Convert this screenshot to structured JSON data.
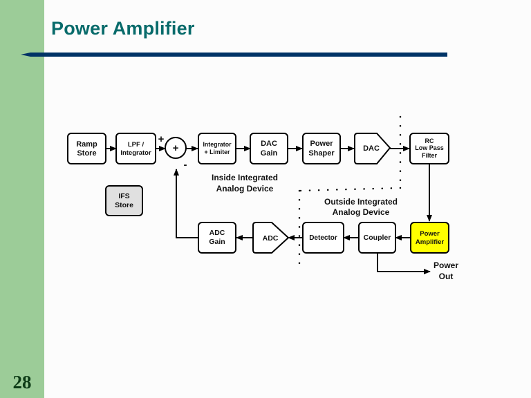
{
  "slide": {
    "title": "Power Amplifier",
    "page_number": "28",
    "colors": {
      "sidebar": "#9ccc98",
      "title": "#086b6b",
      "rule": "#003366",
      "highlight_block": "#ffff00",
      "shaded_block": "#e0e0e0"
    }
  },
  "diagram": {
    "blocks": {
      "ramp_store": [
        "Ramp",
        "Store"
      ],
      "lpf_integrator": [
        "LPF /",
        "Integrator"
      ],
      "integrator_limiter": [
        "Integrator",
        "+ Limiter"
      ],
      "dac_gain": [
        "DAC",
        "Gain"
      ],
      "power_shaper": [
        "Power",
        "Shaper"
      ],
      "dac": [
        "DAC"
      ],
      "rc_lpf": [
        "RC",
        "Low Pass",
        "Filter"
      ],
      "ifs_store": [
        "IFS",
        "Store"
      ],
      "adc_gain": [
        "ADC",
        "Gain"
      ],
      "adc": [
        "ADC"
      ],
      "detector": [
        "Detector"
      ],
      "coupler": [
        "Coupler"
      ],
      "power_amplifier": [
        "Power",
        "Amplifier"
      ]
    },
    "summing_junction": {
      "symbol": "+",
      "plus_input": "+",
      "minus_input": "-"
    },
    "labels": {
      "inside": [
        "Inside Integrated",
        "Analog Device"
      ],
      "outside": [
        "Outside Integrated",
        "Analog Device"
      ],
      "power_out": [
        "Power",
        "Out"
      ]
    }
  }
}
